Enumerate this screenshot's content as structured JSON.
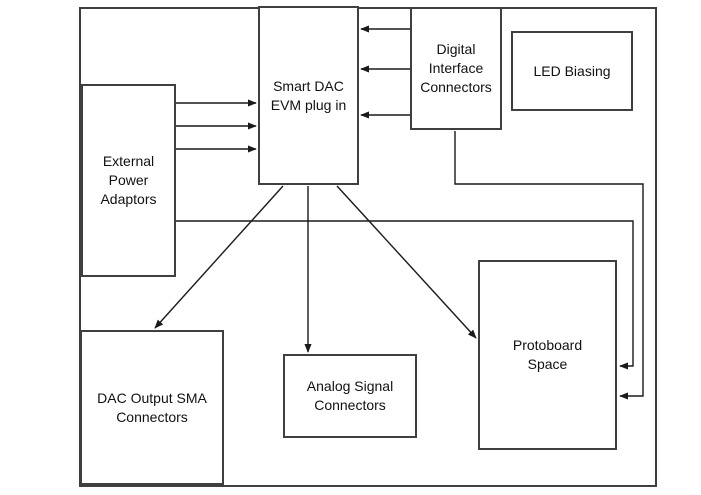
{
  "diagram": {
    "boxes": {
      "external_power": {
        "label": "External\nPower\nAdaptors"
      },
      "smart_dac": {
        "label": "Smart DAC\nEVM plug in"
      },
      "digital_interface": {
        "label": "Digital\nInterface\nConnectors"
      },
      "led_biasing": {
        "label": "LED Biasing"
      },
      "dac_output": {
        "label": "DAC Output SMA\nConnectors"
      },
      "analog_signal": {
        "label": "Analog Signal\nConnectors"
      },
      "protoboard": {
        "label": "Protoboard\nSpace"
      }
    },
    "connections": [
      {
        "from": "External Power Adaptors",
        "to": "Smart DAC EVM plug in",
        "arrows": 3
      },
      {
        "from": "Digital Interface Connectors",
        "to": "Smart DAC EVM plug in",
        "arrows": 3
      },
      {
        "from": "Smart DAC EVM plug in",
        "to": "DAC Output SMA Connectors",
        "arrows": 1
      },
      {
        "from": "Smart DAC EVM plug in",
        "to": "Analog Signal Connectors",
        "arrows": 1
      },
      {
        "from": "Smart DAC EVM plug in",
        "to": "Protoboard Space",
        "arrows": 1
      },
      {
        "from": "External Power Adaptors",
        "to": "Protoboard Space",
        "arrows": 1
      },
      {
        "from": "Digital Interface Connectors",
        "to": "Protoboard Space",
        "arrows": 1
      }
    ],
    "colors": {
      "background": "#ffffff",
      "box_border": "#3f3f3f",
      "line": "#1a1a1a",
      "text": "#111111"
    }
  }
}
